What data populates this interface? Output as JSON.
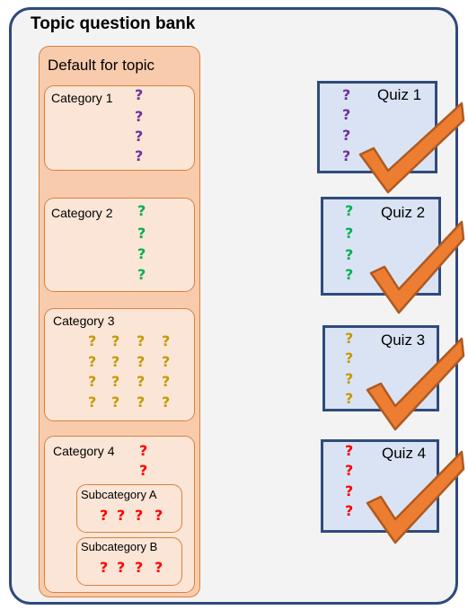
{
  "bank": {
    "title": "Topic question bank"
  },
  "default_category": {
    "title": "Default for topic"
  },
  "categories": [
    {
      "label": "Category 1"
    },
    {
      "label": "Category 2"
    },
    {
      "label": "Category 3"
    },
    {
      "label": "Category 4",
      "subcategories": [
        {
          "label": "Subcategory A"
        },
        {
          "label": "Subcategory B"
        }
      ]
    }
  ],
  "quizzes": [
    {
      "label": "Quiz 1"
    },
    {
      "label": "Quiz 2"
    },
    {
      "label": "Quiz 3"
    },
    {
      "label": "Quiz 4"
    }
  ],
  "question_symbol": "?",
  "colors": {
    "frame": "#2f4b7c",
    "quiz_fill": "#dae3f3",
    "category_fill": "#fbe5d6",
    "default_fill": "#f8cbad",
    "category_border": "#d8823e",
    "checkmark": "#ed7d31",
    "category_1_questions": "#7030a0",
    "category_2_questions": "#00b050",
    "category_3_questions": "#c49a00",
    "category_4_questions": "#ff0000"
  },
  "icons": {
    "question": "question-mark-icon",
    "check": "checkmark-icon"
  }
}
